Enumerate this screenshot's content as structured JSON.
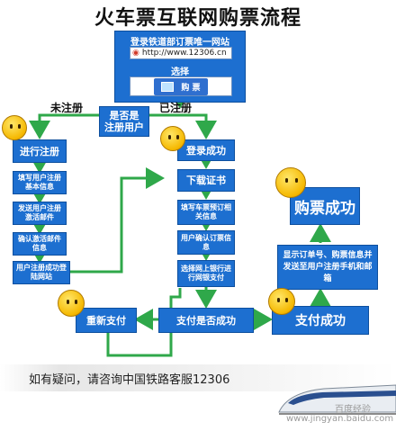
{
  "title": "火车票互联网购票流程",
  "top": {
    "line1": "登录铁道部订票唯一网站",
    "url": "http://www.12306.cn",
    "choose": "选择",
    "buy_button": "购  票"
  },
  "decision_registered": "是否是\n注册用户",
  "branch_unregistered": "未注册",
  "branch_registered": "已注册",
  "left_steps": [
    "进行注册",
    "填写用户注册基本信息",
    "发送用户注册激活邮件",
    "确认激活邮件信息",
    "用户注册成功登陆网站"
  ],
  "mid_steps": [
    "登录成功",
    "下载证书",
    "填写车票预订相关信息",
    "用户确认订票信息",
    "选择网上银行进行网银支付"
  ],
  "pay_decision": "支付是否成功",
  "repay": "重新支付",
  "pay_success": "支付成功",
  "notify": "显示订单号、购票信息并发送至用户注册手机和邮箱",
  "buy_success": "购票成功",
  "footer": "如有疑问，请咨询中国铁路客服12306",
  "watermark": {
    "line1": "百度经验",
    "line2": "www.jingyan.baidu.com"
  }
}
